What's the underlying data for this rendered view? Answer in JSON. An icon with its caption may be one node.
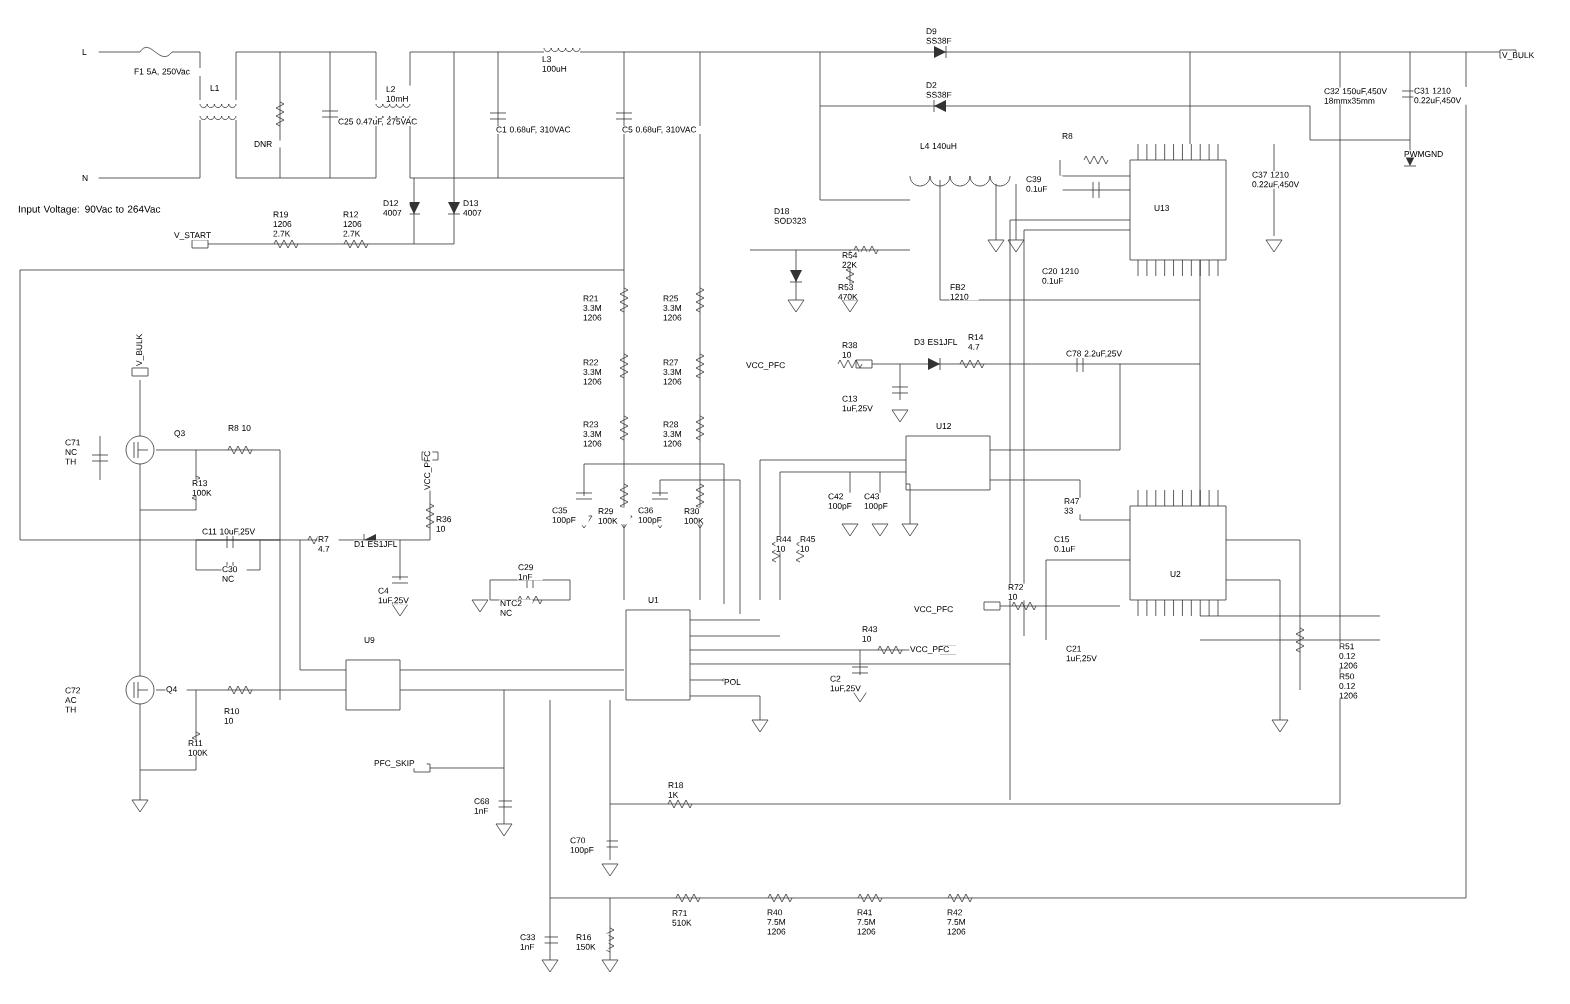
{
  "diagram": {
    "labels": [
      "L",
      "N",
      "F1 5A, 250Vac",
      "L1",
      "DNR",
      "C25 0.47uF, 275VAC",
      "L2 10mH",
      "L3 100uH",
      "C1 0.68uF, 310VAC",
      "C5 0.68uF, 310VAC",
      "Input Voltage: 90Vac to 264Vac",
      "R19 1206 2.7K",
      "R12 1206 2.7K",
      "D12 4007",
      "D13 4007",
      "V_START",
      "D9 SS38F",
      "D2 SS38F",
      "L4 140uH",
      "D18 SOD323",
      "R54 22K",
      "R53 470K",
      "FB2 1210",
      "R8",
      "C39 0.1uF",
      "U13",
      "C20 1210 0.1uF",
      "C37 1210 0.22uF,450V",
      "C32 150uF,450V 18mmx35mm",
      "C31 1210 0.22uF,450V",
      "PWMGND",
      "V_BULK",
      "R21 3.3M 1206",
      "R25 3.3M 1206",
      "R22 3.3M 1206",
      "R27 3.3M 1206",
      "R23 3.3M 1206",
      "R28 3.3M 1206",
      "V_BULK",
      "C71 NC TH",
      "Q3",
      "R8 10",
      "R13 100K",
      "C11 10uF,25V",
      "C30 NC",
      "R7 4.7",
      "D1 ES1JFL",
      "VCC_PFC",
      "R36 10",
      "C4 1uF,25V",
      "C29 1nF",
      "NTC2 NC",
      "U1",
      "C35 100pF",
      "R29 100K",
      "C36 100pF",
      "R30 100K",
      "U9",
      "Q4",
      "C72 AC TH",
      "R10 10",
      "R11 100K",
      "PFC_SKIP",
      "POL",
      "C68 1nF",
      "R18 1K",
      "C70 100pF",
      "C33 1nF",
      "R16 150K",
      "R71 510K",
      "R40 7.5M 1206",
      "R41 7.5M 1206",
      "R42 7.5M 1206",
      "VCC_PFC",
      "R38 10",
      "D3 ES1JFL",
      "R14 4.7",
      "C78 2.2uF,25V",
      "C13 1uF,25V",
      "U12",
      "C42 100pF",
      "C43 100pF",
      "R44 10",
      "R45 10",
      "R47 33",
      "C15 0.1uF",
      "U2",
      "R72 10",
      "VCC_PFC",
      "R43 10",
      "VCC_PFC",
      "C21 1uF,25V",
      "R51 0.12 1206",
      "R50 0.12 1206",
      "C2 1uF,25V"
    ]
  }
}
